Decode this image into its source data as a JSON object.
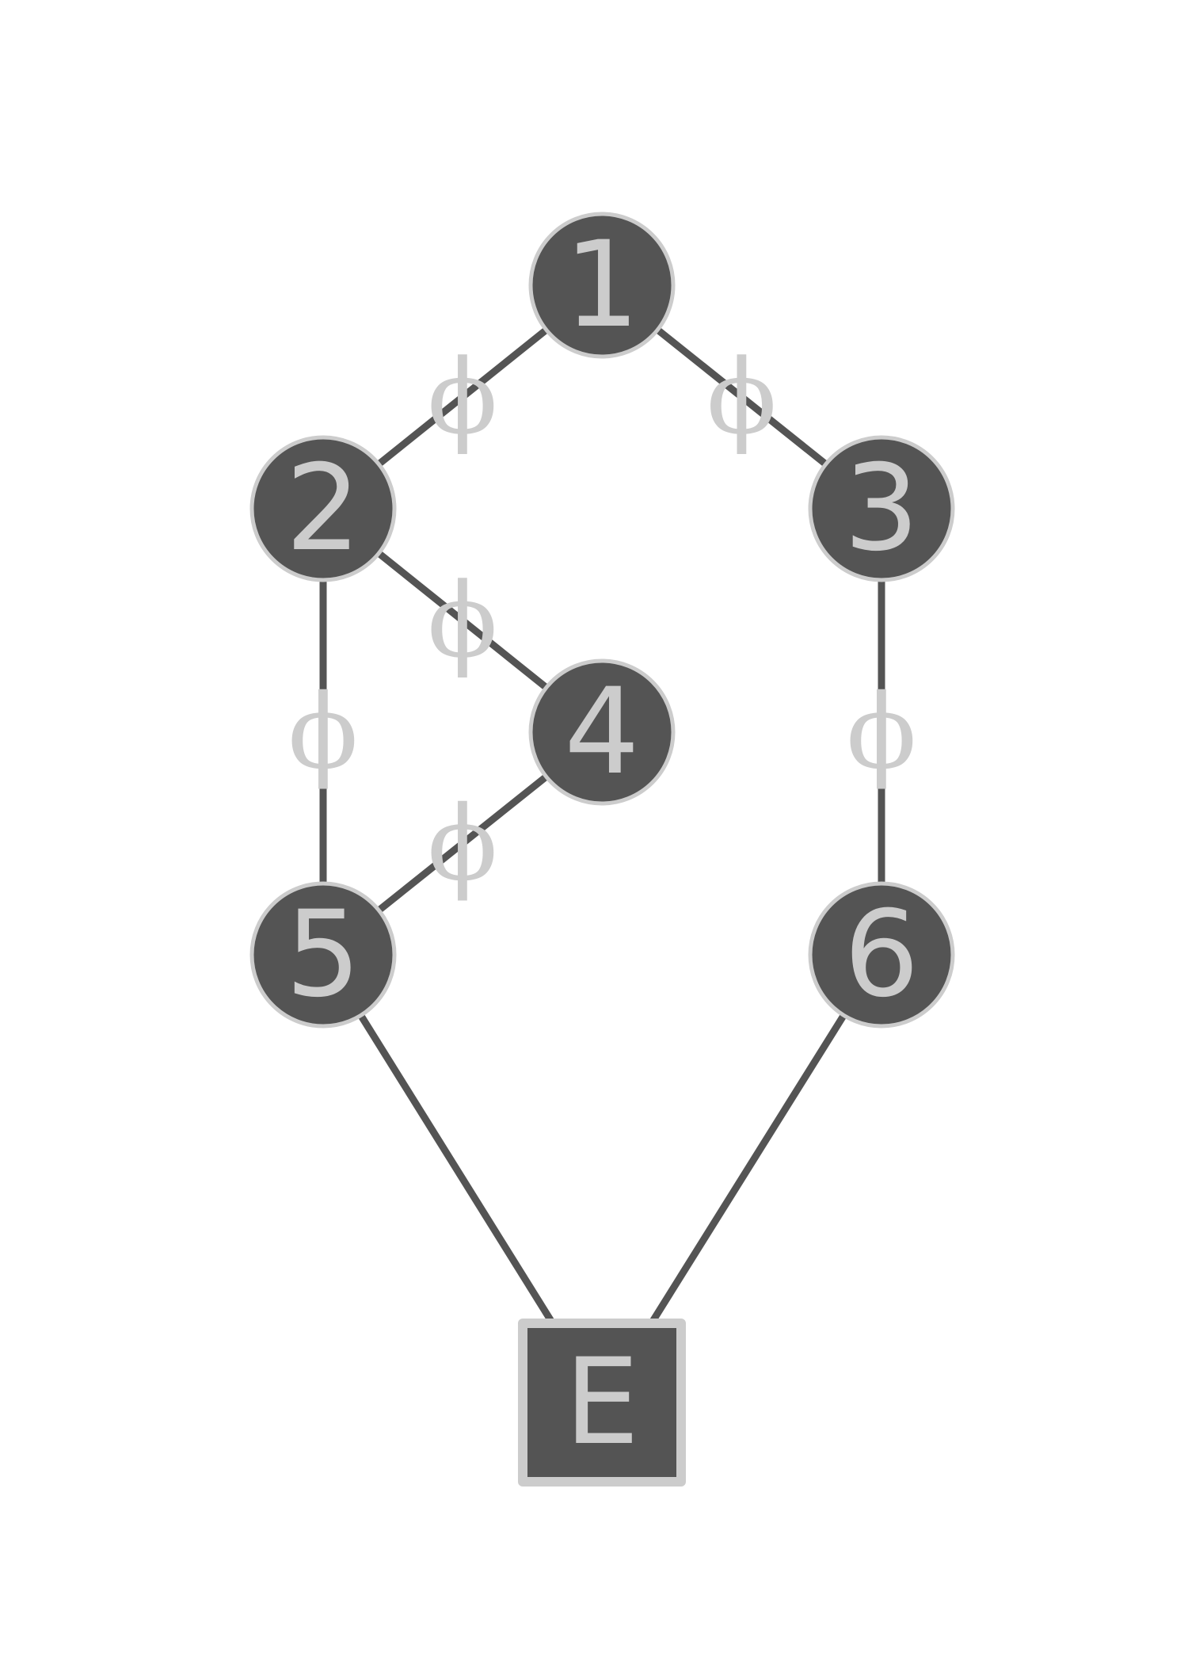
{
  "colors": {
    "node_fill": "#545454",
    "node_stroke": "#cccccc",
    "edge": "#545454",
    "label": "#cccccc",
    "background": "#ffffff"
  },
  "nodes": [
    {
      "id": "1",
      "label": "1",
      "shape": "circle"
    },
    {
      "id": "2",
      "label": "2",
      "shape": "circle"
    },
    {
      "id": "3",
      "label": "3",
      "shape": "circle"
    },
    {
      "id": "4",
      "label": "4",
      "shape": "circle"
    },
    {
      "id": "5",
      "label": "5",
      "shape": "circle"
    },
    {
      "id": "6",
      "label": "6",
      "shape": "circle"
    },
    {
      "id": "E",
      "label": "E",
      "shape": "square"
    }
  ],
  "edges": [
    {
      "from": "1",
      "to": "2",
      "label": "ϕ"
    },
    {
      "from": "1",
      "to": "3",
      "label": "ϕ"
    },
    {
      "from": "2",
      "to": "4",
      "label": "ϕ"
    },
    {
      "from": "2",
      "to": "5",
      "label": "ϕ"
    },
    {
      "from": "4",
      "to": "5",
      "label": "ϕ"
    },
    {
      "from": "3",
      "to": "6",
      "label": "ϕ"
    },
    {
      "from": "5",
      "to": "E",
      "label": ""
    },
    {
      "from": "6",
      "to": "E",
      "label": ""
    }
  ]
}
